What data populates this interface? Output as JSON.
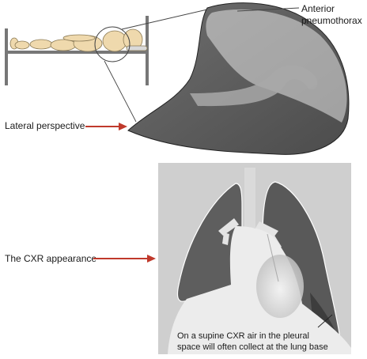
{
  "labels": {
    "anterior_line1": "Anterior",
    "anterior_line2": "pneumothorax",
    "lateral": "Lateral perspective",
    "cxr": "The CXR appearance",
    "note_line1": "On a supine CXR air in the pleural",
    "note_line2": "space will often collect at the lung base"
  },
  "colors": {
    "arrow": "#c0392b",
    "lung_dark": "#5f5f5f",
    "air": "#d9d9d9",
    "figure": "#efd9ad"
  }
}
